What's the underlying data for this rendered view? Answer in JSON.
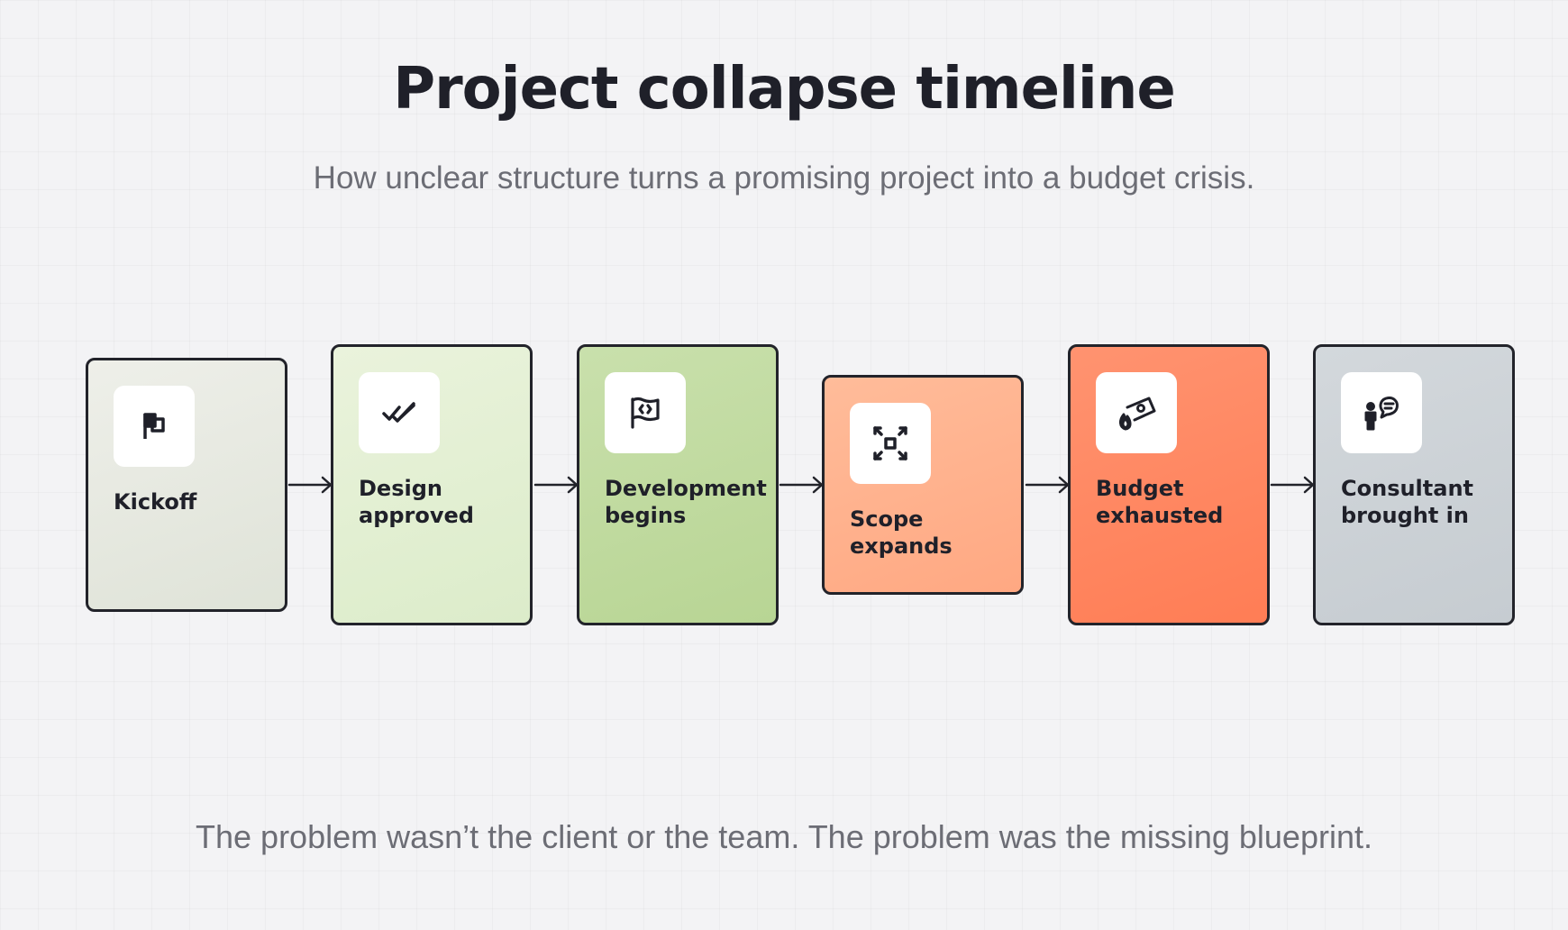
{
  "title": "Project collapse timeline",
  "subtitle": "How unclear structure turns a promising project into a budget crisis.",
  "footer": "The problem wasn’t the client or the team. The problem was the missing blueprint.",
  "steps": [
    {
      "label": "Kickoff",
      "icon": "flag-icon",
      "color": "#e6e9e0"
    },
    {
      "label": "Design approved",
      "icon": "double-check-icon",
      "color": "#e3efd3"
    },
    {
      "label": "Development begins",
      "icon": "code-flag-icon",
      "color": "#c0da9f"
    },
    {
      "label": "Scope expands",
      "icon": "expand-icon",
      "color": "#ffb28e"
    },
    {
      "label": "Budget exhausted",
      "icon": "burning-money-icon",
      "color": "#ff8862"
    },
    {
      "label": "Consultant brought in",
      "icon": "person-speech-icon",
      "color": "#cdd2d6"
    }
  ]
}
